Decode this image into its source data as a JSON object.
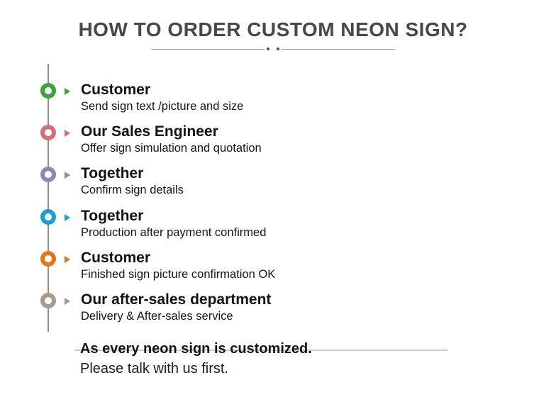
{
  "title": "HOW TO ORDER CUSTOM NEON SIGN?",
  "steps": [
    {
      "actor": "Customer",
      "description": "Send sign text /picture and size",
      "color": "#3aa53f"
    },
    {
      "actor": "Our Sales Engineer",
      "description": "Offer sign simulation and quotation",
      "color": "#d96b7d"
    },
    {
      "actor": "Together",
      "description": "Confirm sign details",
      "color": "#8d86bd"
    },
    {
      "actor": "Together",
      "description": "Production after payment confirmed",
      "color": "#189fd8"
    },
    {
      "actor": "Customer",
      "description": "Finished sign picture confirmation OK",
      "color": "#e2761a"
    },
    {
      "actor": "Our after-sales department",
      "description": "Delivery & After-sales service",
      "color": "#a79a88"
    }
  ],
  "footer": {
    "line1": "As every neon sign is customized.",
    "line2": "Please talk with us first."
  },
  "colors": {
    "title_text": "#48484b",
    "timeline_line": "#8e8e8e",
    "footer_line": "#cbcbcb"
  }
}
